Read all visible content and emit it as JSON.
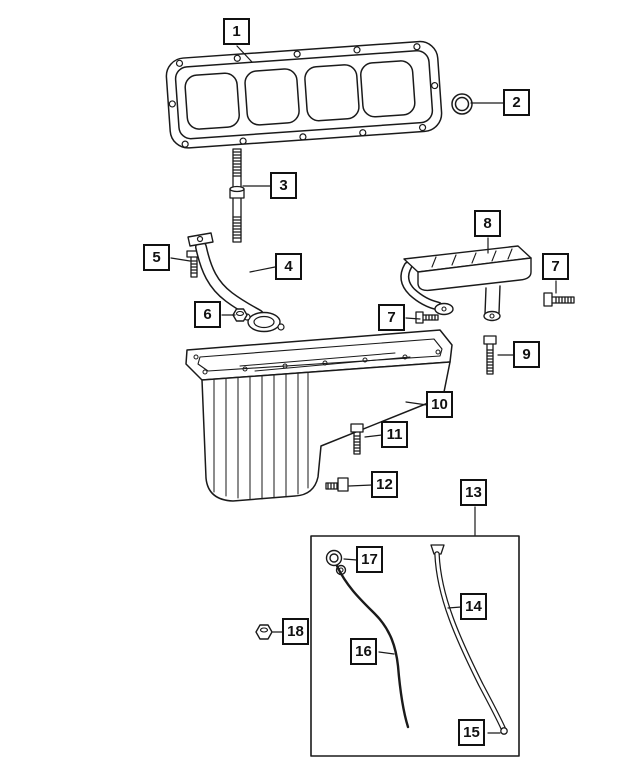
{
  "colors": {
    "background": "#ffffff",
    "line": "#1a1a1a"
  },
  "callouts": [
    {
      "label": "1"
    },
    {
      "label": "2"
    },
    {
      "label": "3"
    },
    {
      "label": "4"
    },
    {
      "label": "5"
    },
    {
      "label": "6"
    },
    {
      "label": "7"
    },
    {
      "label": "7"
    },
    {
      "label": "8"
    },
    {
      "label": "9"
    },
    {
      "label": "10"
    },
    {
      "label": "11"
    },
    {
      "label": "12"
    },
    {
      "label": "13"
    },
    {
      "label": "14"
    },
    {
      "label": "15"
    },
    {
      "label": "16"
    },
    {
      "label": "17"
    },
    {
      "label": "18"
    }
  ]
}
